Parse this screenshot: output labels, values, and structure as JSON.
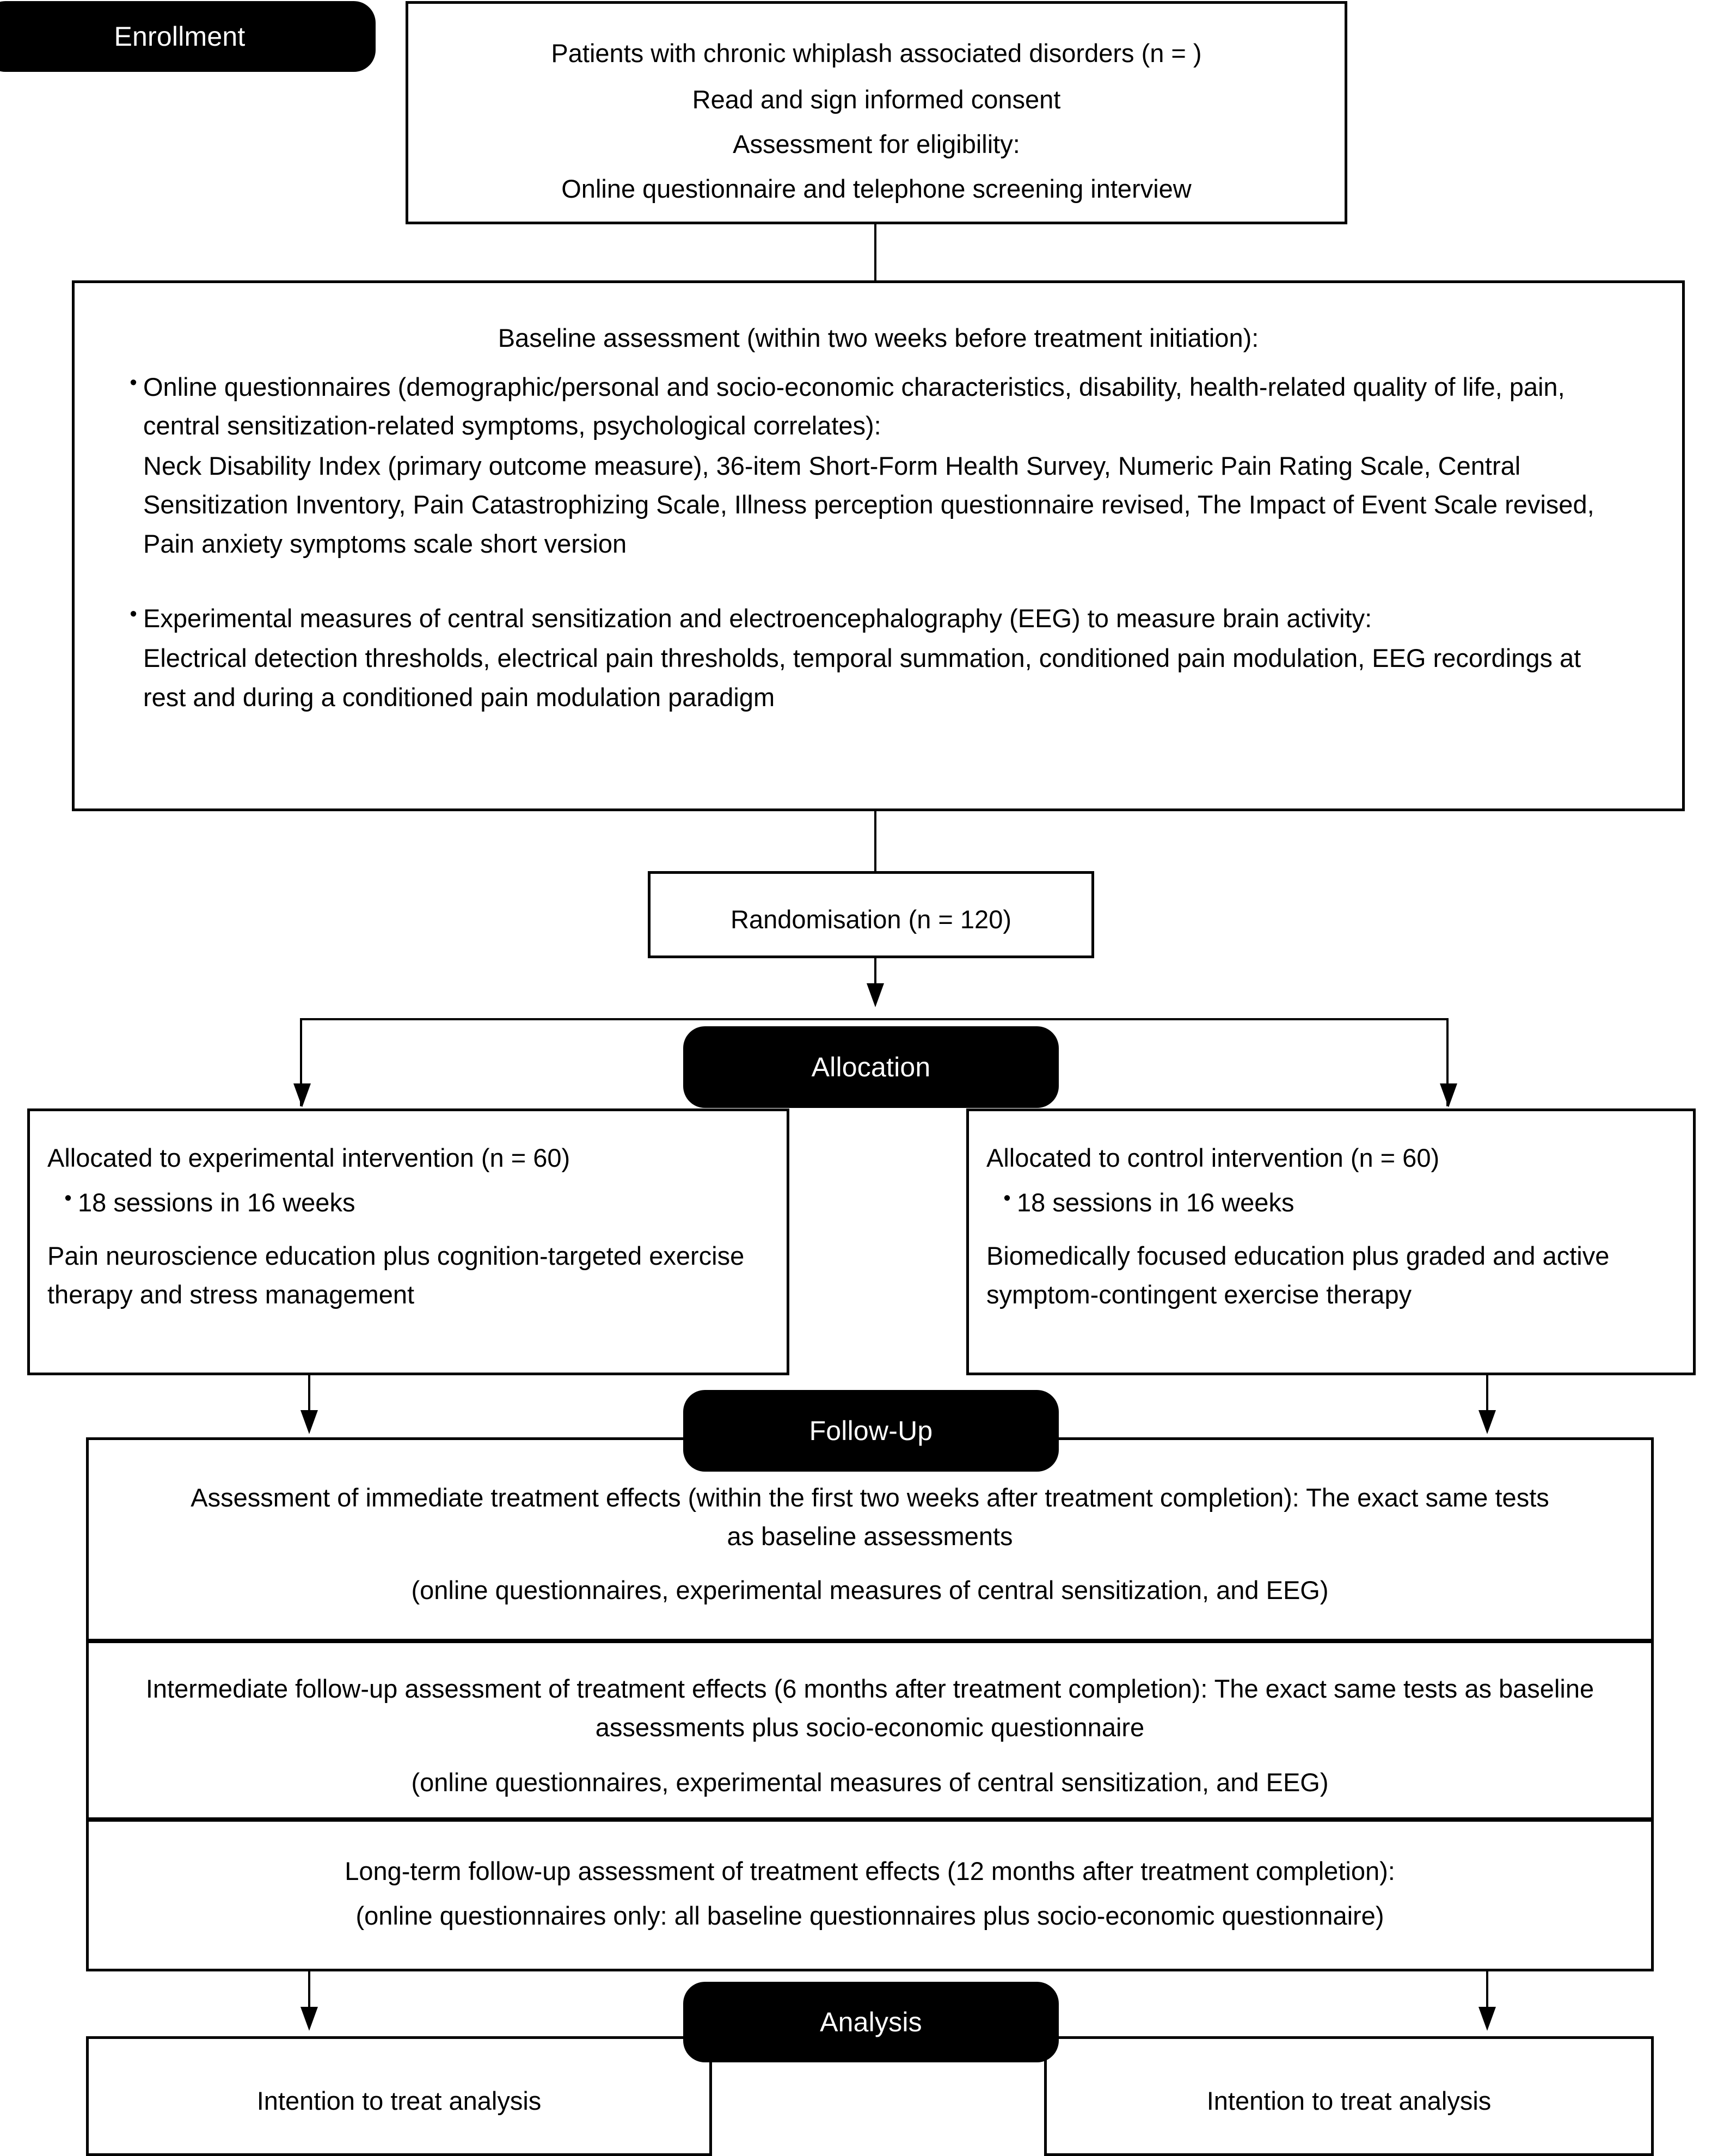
{
  "diagram": {
    "title": "CONSORT participant flow diagram",
    "stage_badges": [
      {
        "id": "enrollment",
        "label": "Enrollment"
      },
      {
        "id": "allocation",
        "label": "Allocation"
      },
      {
        "id": "followup",
        "label": "Follow-Up"
      },
      {
        "id": "analysis",
        "label": "Analysis"
      }
    ],
    "enrollment_box": {
      "lines": [
        "Patients with chronic whiplash associated disorders (n = )",
        "Read and sign informed consent",
        "Assessment for eligibility:",
        "Online questionnaire and telephone screening interview"
      ]
    },
    "baseline_box": {
      "heading": "Baseline assessment (within two weeks before treatment initiation):",
      "bullets": [
        {
          "marker": "•",
          "lead": "Online questionnaires (demographic/personal and socio-economic characteristics, disability, health-related quality of life, pain, central sensitization-related symptoms, psychological correlates):",
          "detail": "Neck Disability Index (primary outcome measure), 36-item Short-Form Health Survey, Numeric Pain Rating Scale, Central Sensitization Inventory, Pain Catastrophizing Scale, Illness perception questionnaire revised, The Impact of Event Scale revised, Pain anxiety symptoms scale short version"
        },
        {
          "marker": "•",
          "lead": "Experimental measures of central sensitization and electroencephalography (EEG) to measure brain activity:",
          "detail": "Electrical detection thresholds, electrical pain thresholds, temporal summation, conditioned pain modulation, EEG  recordings at rest and during a conditioned pain modulation paradigm"
        }
      ]
    },
    "randomisation_box": {
      "label": "Randomisation (n = 120)"
    },
    "allocation_left": {
      "heading": "Allocated to experimental intervention (n = 60)",
      "bullet_marker": "•",
      "bullet": "18 sessions in 16 weeks",
      "body": "Pain neuroscience education plus cognition-targeted exercise therapy and stress management"
    },
    "allocation_right": {
      "heading": "Allocated to control intervention (n = 60)",
      "bullet_marker": "•",
      "bullet": "18 sessions in 16 weeks",
      "body": "Biomedically focused education plus graded and active symptom-contingent exercise therapy"
    },
    "followup_immediate": {
      "line1": "Assessment of immediate treatment effects (within the first two weeks after treatment completion): The exact same tests as baseline assessments",
      "line2": "(online questionnaires, experimental measures of central sensitization, and EEG)"
    },
    "followup_intermediate": {
      "line1": "Intermediate follow-up assessment of treatment effects (6 months after treatment completion): The exact same tests as baseline assessments plus socio-economic questionnaire",
      "line2": "(online questionnaires, experimental measures of central sensitization, and EEG)"
    },
    "followup_longterm": {
      "line1": "Long-term follow-up assessment of treatment effects (12 months after treatment completion):",
      "line2": "(online questionnaires only: all baseline questionnaires plus socio-economic questionnaire)"
    },
    "analysis_left": {
      "label": "Intention to treat analysis"
    },
    "analysis_right": {
      "label": "Intention to treat analysis"
    },
    "colors": {
      "ink": "#000000",
      "paper": "#ffffff",
      "badge_bg": "#000000",
      "badge_fg": "#ffffff"
    }
  }
}
